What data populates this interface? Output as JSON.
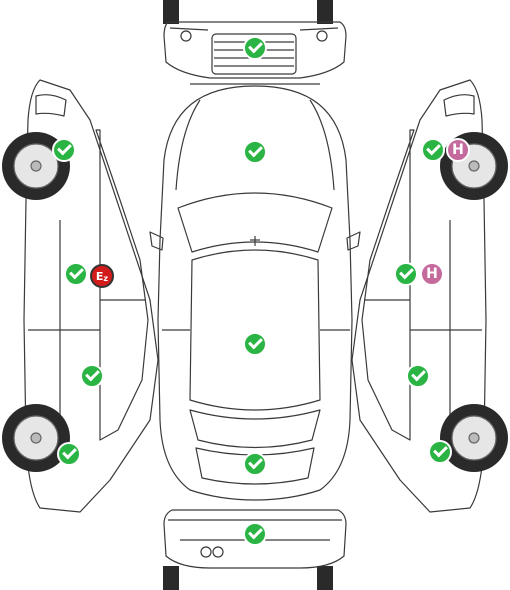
{
  "markers": {
    "front_bumper": {
      "status": "ok"
    },
    "hood": {
      "status": "ok"
    },
    "left_front_wheel": {
      "status": "ok"
    },
    "left_front_door": {
      "status": "ok",
      "badge": {
        "part1": "E",
        "part2": "z"
      }
    },
    "left_rear_door": {
      "status": "ok"
    },
    "left_rear_wheel": {
      "status": "ok"
    },
    "roof": {
      "status": "ok"
    },
    "trunk": {
      "status": "ok"
    },
    "rear_bumper": {
      "status": "ok"
    },
    "right_front_wheel": {
      "status": "ok",
      "badge": "H"
    },
    "right_front_door": {
      "status": "ok",
      "badge": "H"
    },
    "right_rear_door": {
      "status": "ok"
    },
    "right_rear_wheel": {
      "status": "ok"
    }
  },
  "colors": {
    "ok": "#29b443",
    "h_badge": "#c46a9c",
    "ez_badge": "#d21c1c",
    "outline": "#3a3a3a",
    "tire": "#2a2a2a"
  }
}
